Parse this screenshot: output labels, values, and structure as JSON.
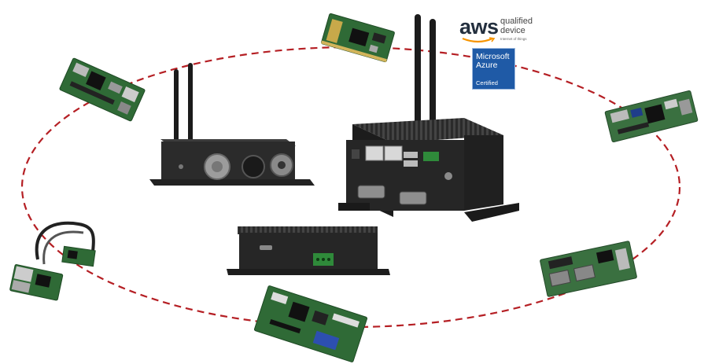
{
  "badges": {
    "aws": {
      "wordmark": "aws",
      "line1": "qualified",
      "line2": "device",
      "line3": "Internet of things"
    },
    "azure": {
      "line1": "Microsoft",
      "line2": "Azure",
      "line3": "Certified"
    }
  },
  "colors": {
    "orbit": "#b51f24",
    "chassis": "#2b2b2b",
    "pcb": "#2f6a36",
    "aws_dark": "#232f3e",
    "aws_orange": "#f79400",
    "azure_blue": "#1f5aa6"
  },
  "icons": [
    "antenna-icon",
    "ethernet-port-icon",
    "usb-port-icon",
    "db9-serial-port-icon",
    "terminal-block-icon"
  ]
}
